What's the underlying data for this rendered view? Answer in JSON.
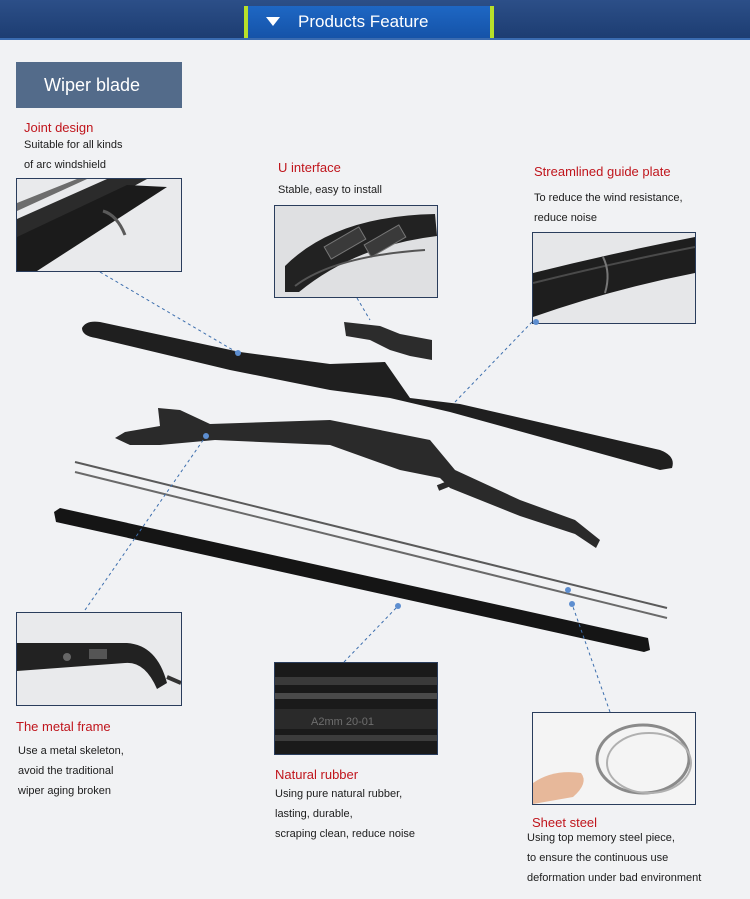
{
  "header": {
    "title": "Products Feature"
  },
  "section": {
    "label": "Wiper blade"
  },
  "features": {
    "joint": {
      "title": "Joint design",
      "desc": [
        "Suitable for all kinds",
        "of arc windshield"
      ]
    },
    "u_interface": {
      "title": "U interface",
      "desc": [
        "Stable, easy to install"
      ]
    },
    "guide_plate": {
      "title": "Streamlined guide plate",
      "desc": [
        "To reduce the wind resistance,",
        "reduce noise"
      ]
    },
    "metal_frame": {
      "title": "The metal frame",
      "desc": [
        "Use a metal skeleton,",
        "avoid the traditional",
        "wiper aging broken"
      ]
    },
    "rubber": {
      "title": "Natural rubber",
      "desc": [
        "Using pure natural rubber,",
        "lasting, durable,",
        "scraping clean, reduce noise"
      ]
    },
    "steel": {
      "title": "Sheet steel",
      "desc": [
        "Using top memory steel piece,",
        "to ensure the continuous use",
        "deformation under bad environment"
      ]
    }
  },
  "rubber_marking": "A2mm 20-01",
  "colors": {
    "title_red": "#c0151c",
    "header_blue": "#1e67c4",
    "accent_green": "#b8e02a",
    "tab_slate": "#536b8a"
  }
}
